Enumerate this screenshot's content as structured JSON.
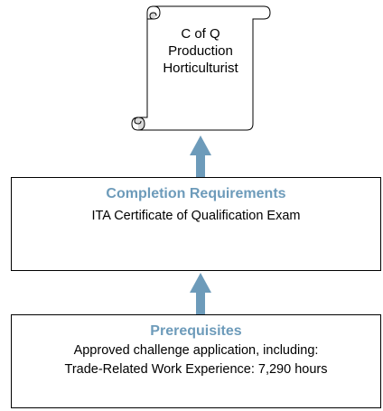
{
  "colors": {
    "accent": "#6d9bba",
    "arrow": "#6d9bba",
    "stroke": "#000000",
    "scroll_fill": "#ffffff"
  },
  "scroll": {
    "lines": [
      "C of Q",
      "Production",
      "Horticulturist"
    ]
  },
  "completion": {
    "title": "Completion Requirements",
    "lines": [
      "ITA Certificate of Qualification Exam"
    ]
  },
  "prerequisites": {
    "title": "Prerequisites",
    "lines": [
      "Approved challenge application, including:",
      "Trade-Related Work Experience: 7,290 hours"
    ]
  }
}
